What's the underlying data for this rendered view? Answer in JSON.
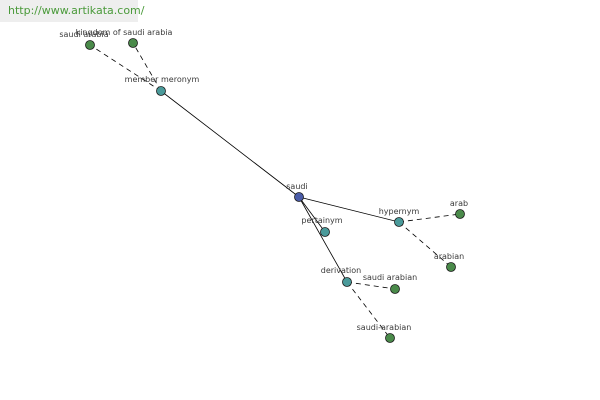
{
  "watermark": "http://www.artikata.com/",
  "colors": {
    "root": "#4a5ca8",
    "relation": "#4a9a9a",
    "leaf": "#4a8a4a"
  },
  "nodes": {
    "saudi": "saudi",
    "member_meronym": "member meronym",
    "saudi_arabia": "saudi arabia",
    "kingdom_of_saudi_arabia": "kingdom of saudi arabia",
    "pertainym": "pertainym",
    "hypernym": "hypernym",
    "arab": "arab",
    "arabian": "arabian",
    "derivation": "derivation",
    "saudi_arabian": "saudi arabian",
    "saudi_arabian_hyphen": "saudi-arabian"
  }
}
